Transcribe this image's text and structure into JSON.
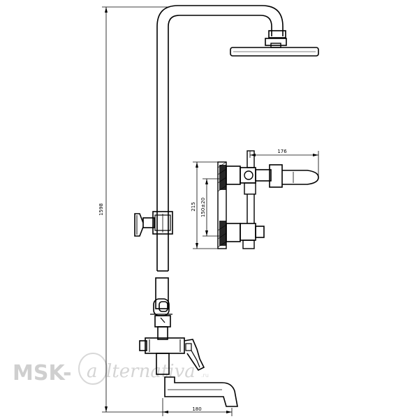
{
  "dimensions": {
    "total_height": "1598",
    "bottom_width": "180",
    "detail_width": "176",
    "detail_height": "215",
    "detail_spacing": "150±20"
  },
  "watermark": {
    "brand_prefix": "MSK-",
    "brand_script": "lternativa",
    "brand_suffix": ".ru"
  },
  "colors": {
    "line": "#000000",
    "watermark": "#cfcfcf"
  }
}
